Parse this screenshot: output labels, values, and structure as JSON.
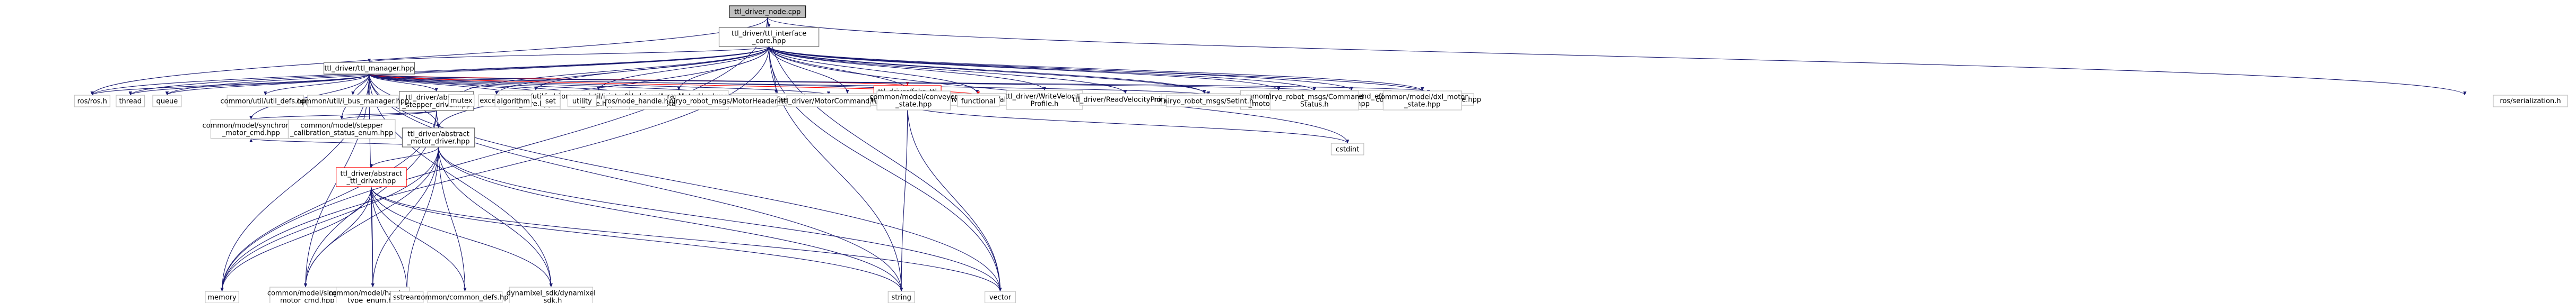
{
  "graph": {
    "edge_color": "#191970",
    "cycle_edge_color": "#ff0000",
    "root_fill": "#bfbfbf",
    "nodes": [
      {
        "id": "root",
        "lines": [
          "ttl_driver_node.cpp"
        ],
        "style": "root"
      },
      {
        "id": "iface",
        "lines": [
          "ttl_driver/ttl_interface",
          "_core.hpp"
        ],
        "style": "hub"
      },
      {
        "id": "manager",
        "lines": [
          "ttl_driver/ttl_manager.hpp"
        ],
        "style": "hub"
      },
      {
        "id": "stepper_drv",
        "lines": [
          "ttl_driver/abstract",
          "_stepper_driver.hpp"
        ],
        "style": "hub"
      },
      {
        "id": "motor_drv",
        "lines": [
          "ttl_driver/abstract",
          "_motor_driver.hpp"
        ],
        "style": "hub"
      },
      {
        "id": "ttl_drv",
        "lines": [
          "ttl_driver/abstract",
          "_ttl_driver.hpp"
        ],
        "style": "red"
      },
      {
        "id": "fake",
        "lines": [
          "ttl_driver/fake_ttl",
          "_data.hpp"
        ],
        "style": "red"
      },
      {
        "id": "mutex",
        "lines": [
          "mutex"
        ]
      },
      {
        "id": "exception",
        "lines": [
          "exception"
        ]
      },
      {
        "id": "ud_core",
        "lines": [
          "common/util/i_driver",
          "_core.hpp"
        ]
      },
      {
        "id": "ui_core",
        "lines": [
          "common/util/i_interface",
          "_core.hpp"
        ]
      },
      {
        "id": "arrmotor",
        "lines": [
          "ttl_driver/ArrayMotorHardware",
          "Status.h"
        ]
      },
      {
        "id": "writecustom",
        "lines": [
          "ttl_driver/WriteCustomValue.h"
        ]
      },
      {
        "id": "readcustom",
        "lines": [
          "ttl_driver/ReadCustomValue.h"
        ]
      },
      {
        "id": "writepid",
        "lines": [
          "ttl_driver/WritePIDValue.h"
        ]
      },
      {
        "id": "readpid",
        "lines": [
          "ttl_driver/ReadPIDValue.h"
        ]
      },
      {
        "id": "writevel",
        "lines": [
          "ttl_driver/WriteVelocity",
          "Profile.h"
        ]
      },
      {
        "id": "readvel",
        "lines": [
          "ttl_driver/ReadVelocityProfile.h"
        ]
      },
      {
        "id": "busstate",
        "lines": [
          "niryo_robot_msgs/BusState.h"
        ]
      },
      {
        "id": "stepstate",
        "lines": [
          "common/model/stepper",
          "_motor_state.hpp"
        ]
      },
      {
        "id": "endeff",
        "lines": [
          "common/model/end_effector",
          "_state.hpp"
        ]
      },
      {
        "id": "toolstate",
        "lines": [
          "common/model/tool_state.hpp"
        ]
      },
      {
        "id": "rosser",
        "lines": [
          "ros/serialization.h"
        ]
      },
      {
        "id": "rosros",
        "lines": [
          "ros/ros.h"
        ]
      },
      {
        "id": "thread",
        "lines": [
          "thread"
        ]
      },
      {
        "id": "queue",
        "lines": [
          "queue"
        ]
      },
      {
        "id": "ttldefs",
        "lines": [
          "common/util/util_defs.hpp"
        ]
      },
      {
        "id": "busmgr",
        "lines": [
          "common/util/i_bus_manager.hpp"
        ]
      },
      {
        "id": "algorithm",
        "lines": [
          "algorithm"
        ]
      },
      {
        "id": "set",
        "lines": [
          "set"
        ]
      },
      {
        "id": "utility",
        "lines": [
          "utility"
        ]
      },
      {
        "id": "nodehandle",
        "lines": [
          "ros/node_handle.h"
        ]
      },
      {
        "id": "motorheader",
        "lines": [
          "niryo_robot_msgs/MotorHeader.h"
        ]
      },
      {
        "id": "motorcmd",
        "lines": [
          "ttl_driver/MotorCommand.h"
        ]
      },
      {
        "id": "conveyor",
        "lines": [
          "common/model/conveyor",
          "_state.hpp"
        ]
      },
      {
        "id": "functional",
        "lines": [
          "functional"
        ]
      },
      {
        "id": "setint",
        "lines": [
          "niryo_robot_msgs/SetInt.h"
        ]
      },
      {
        "id": "cmdstatus",
        "lines": [
          "niryo_robot_msgs/Command",
          "Status.h"
        ]
      },
      {
        "id": "dxlstate",
        "lines": [
          "common/model/dxl_motor",
          "_state.hpp"
        ]
      },
      {
        "id": "syncmotor",
        "lines": [
          "common/model/synchronize",
          "_motor_cmd.hpp"
        ]
      },
      {
        "id": "calib",
        "lines": [
          "common/model/stepper",
          "_calibration_status_enum.hpp"
        ]
      },
      {
        "id": "cstdint",
        "lines": [
          "cstdint"
        ]
      },
      {
        "id": "memory",
        "lines": [
          "memory"
        ]
      },
      {
        "id": "singlecmd",
        "lines": [
          "common/model/single",
          "_motor_cmd.hpp"
        ]
      },
      {
        "id": "hwenum",
        "lines": [
          "common/model/hardware",
          "_type_enum.hpp"
        ]
      },
      {
        "id": "sstream",
        "lines": [
          "sstream"
        ]
      },
      {
        "id": "commondefs",
        "lines": [
          "common/common_defs.hpp"
        ]
      },
      {
        "id": "dxlsdk",
        "lines": [
          "dynamixel_sdk/dynamixel",
          "_sdk.h"
        ]
      },
      {
        "id": "string",
        "lines": [
          "string"
        ]
      },
      {
        "id": "vector",
        "lines": [
          "vector"
        ]
      }
    ],
    "edges": [
      [
        "root",
        "iface"
      ],
      [
        "root",
        "rosser"
      ],
      [
        "root",
        "rosros"
      ],
      [
        "root",
        "memory"
      ],
      [
        "root",
        "vector"
      ],
      [
        "iface",
        "mutex"
      ],
      [
        "iface",
        "exception"
      ],
      [
        "iface",
        "ud_core"
      ],
      [
        "iface",
        "ui_core"
      ],
      [
        "iface",
        "arrmotor"
      ],
      [
        "iface",
        "writecustom"
      ],
      [
        "iface",
        "readcustom"
      ],
      [
        "iface",
        "writepid"
      ],
      [
        "iface",
        "readpid"
      ],
      [
        "iface",
        "writevel"
      ],
      [
        "iface",
        "readvel"
      ],
      [
        "iface",
        "busstate"
      ],
      [
        "iface",
        "stepstate"
      ],
      [
        "iface",
        "endeff"
      ],
      [
        "iface",
        "toolstate"
      ],
      [
        "iface",
        "manager"
      ],
      [
        "iface",
        "rosros"
      ],
      [
        "iface",
        "thread"
      ],
      [
        "iface",
        "queue"
      ],
      [
        "iface",
        "memory"
      ],
      [
        "iface",
        "string"
      ],
      [
        "iface",
        "vector"
      ],
      [
        "iface",
        "setint"
      ],
      [
        "iface",
        "cmdstatus"
      ],
      [
        "iface",
        "dxlstate"
      ],
      [
        "iface",
        "cstdint"
      ],
      [
        "iface",
        "motor_drv"
      ],
      [
        "manager",
        "rosros"
      ],
      [
        "manager",
        "thread"
      ],
      [
        "manager",
        "queue"
      ],
      [
        "manager",
        "ttldefs"
      ],
      [
        "manager",
        "busmgr"
      ],
      [
        "manager",
        "stepper_drv"
      ],
      [
        "manager",
        "motor_drv"
      ],
      [
        "manager",
        "algorithm"
      ],
      [
        "manager",
        "set"
      ],
      [
        "manager",
        "utility"
      ],
      [
        "manager",
        "nodehandle"
      ],
      [
        "manager",
        "motorheader"
      ],
      [
        "manager",
        "motorcmd"
      ],
      [
        "manager",
        "conveyor"
      ],
      [
        "manager",
        "fake"
      ],
      [
        "manager",
        "functional"
      ],
      [
        "manager",
        "setint"
      ],
      [
        "manager",
        "cmdstatus"
      ],
      [
        "manager",
        "dxlstate"
      ],
      [
        "manager",
        "syncmotor"
      ],
      [
        "manager",
        "calib"
      ],
      [
        "manager",
        "memory"
      ],
      [
        "manager",
        "string"
      ],
      [
        "manager",
        "vector"
      ],
      [
        "manager",
        "dxlsdk"
      ],
      [
        "manager",
        "singlecmd"
      ],
      [
        "manager",
        "hwenum"
      ],
      [
        "stepper_drv",
        "motor_drv"
      ],
      [
        "stepper_drv",
        "syncmotor"
      ],
      [
        "stepper_drv",
        "calib"
      ],
      [
        "stepper_drv",
        "memory"
      ],
      [
        "stepper_drv",
        "singlecmd"
      ],
      [
        "motor_drv",
        "ttl_drv"
      ],
      [
        "motor_drv",
        "syncmotor"
      ],
      [
        "motor_drv",
        "memory"
      ],
      [
        "motor_drv",
        "singlecmd"
      ],
      [
        "motor_drv",
        "hwenum"
      ],
      [
        "motor_drv",
        "sstream"
      ],
      [
        "motor_drv",
        "commondefs"
      ],
      [
        "motor_drv",
        "dxlsdk"
      ],
      [
        "motor_drv",
        "string"
      ],
      [
        "motor_drv",
        "vector"
      ],
      [
        "ttl_drv",
        "memory"
      ],
      [
        "ttl_drv",
        "singlecmd"
      ],
      [
        "ttl_drv",
        "hwenum"
      ],
      [
        "ttl_drv",
        "sstream"
      ],
      [
        "ttl_drv",
        "commondefs"
      ],
      [
        "ttl_drv",
        "dxlsdk"
      ],
      [
        "ttl_drv",
        "string"
      ],
      [
        "ttl_drv",
        "vector"
      ],
      [
        "fake",
        "cstdint"
      ],
      [
        "fake",
        "string"
      ],
      [
        "fake",
        "vector"
      ]
    ],
    "red_edges": [
      [
        "manager",
        "fake"
      ],
      [
        "manager",
        "functional"
      ]
    ]
  }
}
